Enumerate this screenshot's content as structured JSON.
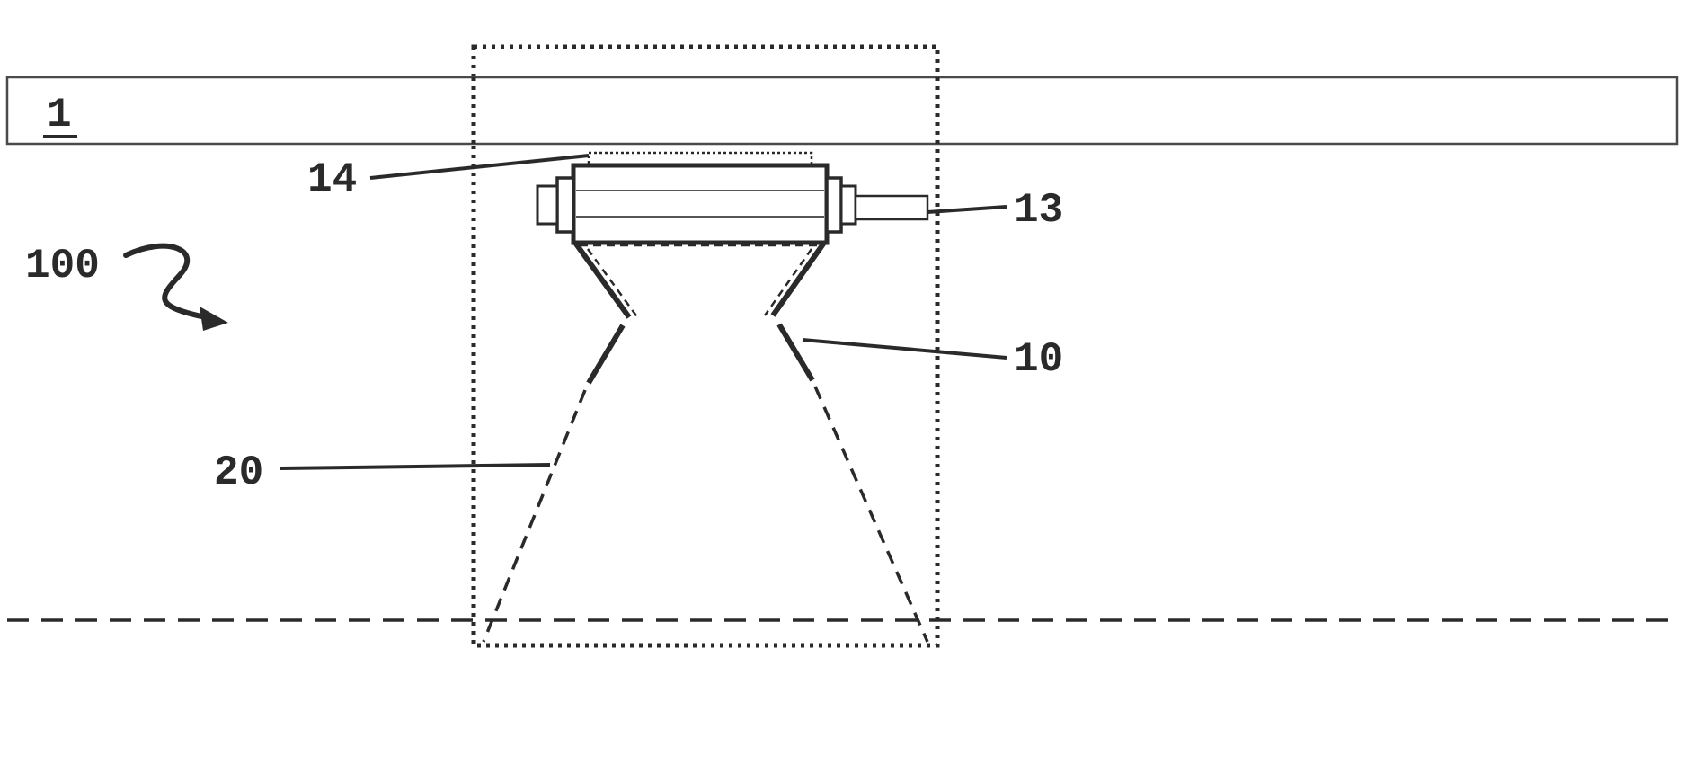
{
  "diagram": {
    "type": "patent-figure-nozzle-roller-assembly",
    "labels": {
      "ref_plate": "1",
      "ref_cap": "14",
      "ref_shaft": "13",
      "ref_assembly": "100",
      "ref_nozzle_upper": "10",
      "ref_nozzle_lower": "20"
    },
    "colors": {
      "line": "#2a2a2a",
      "line_light": "#555555",
      "background": "#ffffff"
    }
  }
}
